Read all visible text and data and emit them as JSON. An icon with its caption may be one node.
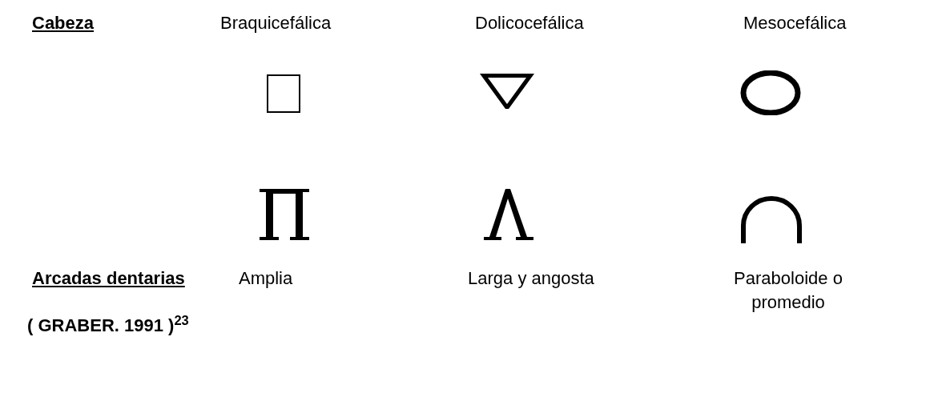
{
  "diagram": {
    "labels": [
      "Cabeza",
      "Braquicefálica",
      "Dolicocefálica",
      "Mesocefálica",
      "Arcadas dentarias",
      "Amplia",
      "Larga y angosta",
      "Paraboloide o promedio",
      "( GRABER. 1991 )$^{23}$"
    ]
  }
}
